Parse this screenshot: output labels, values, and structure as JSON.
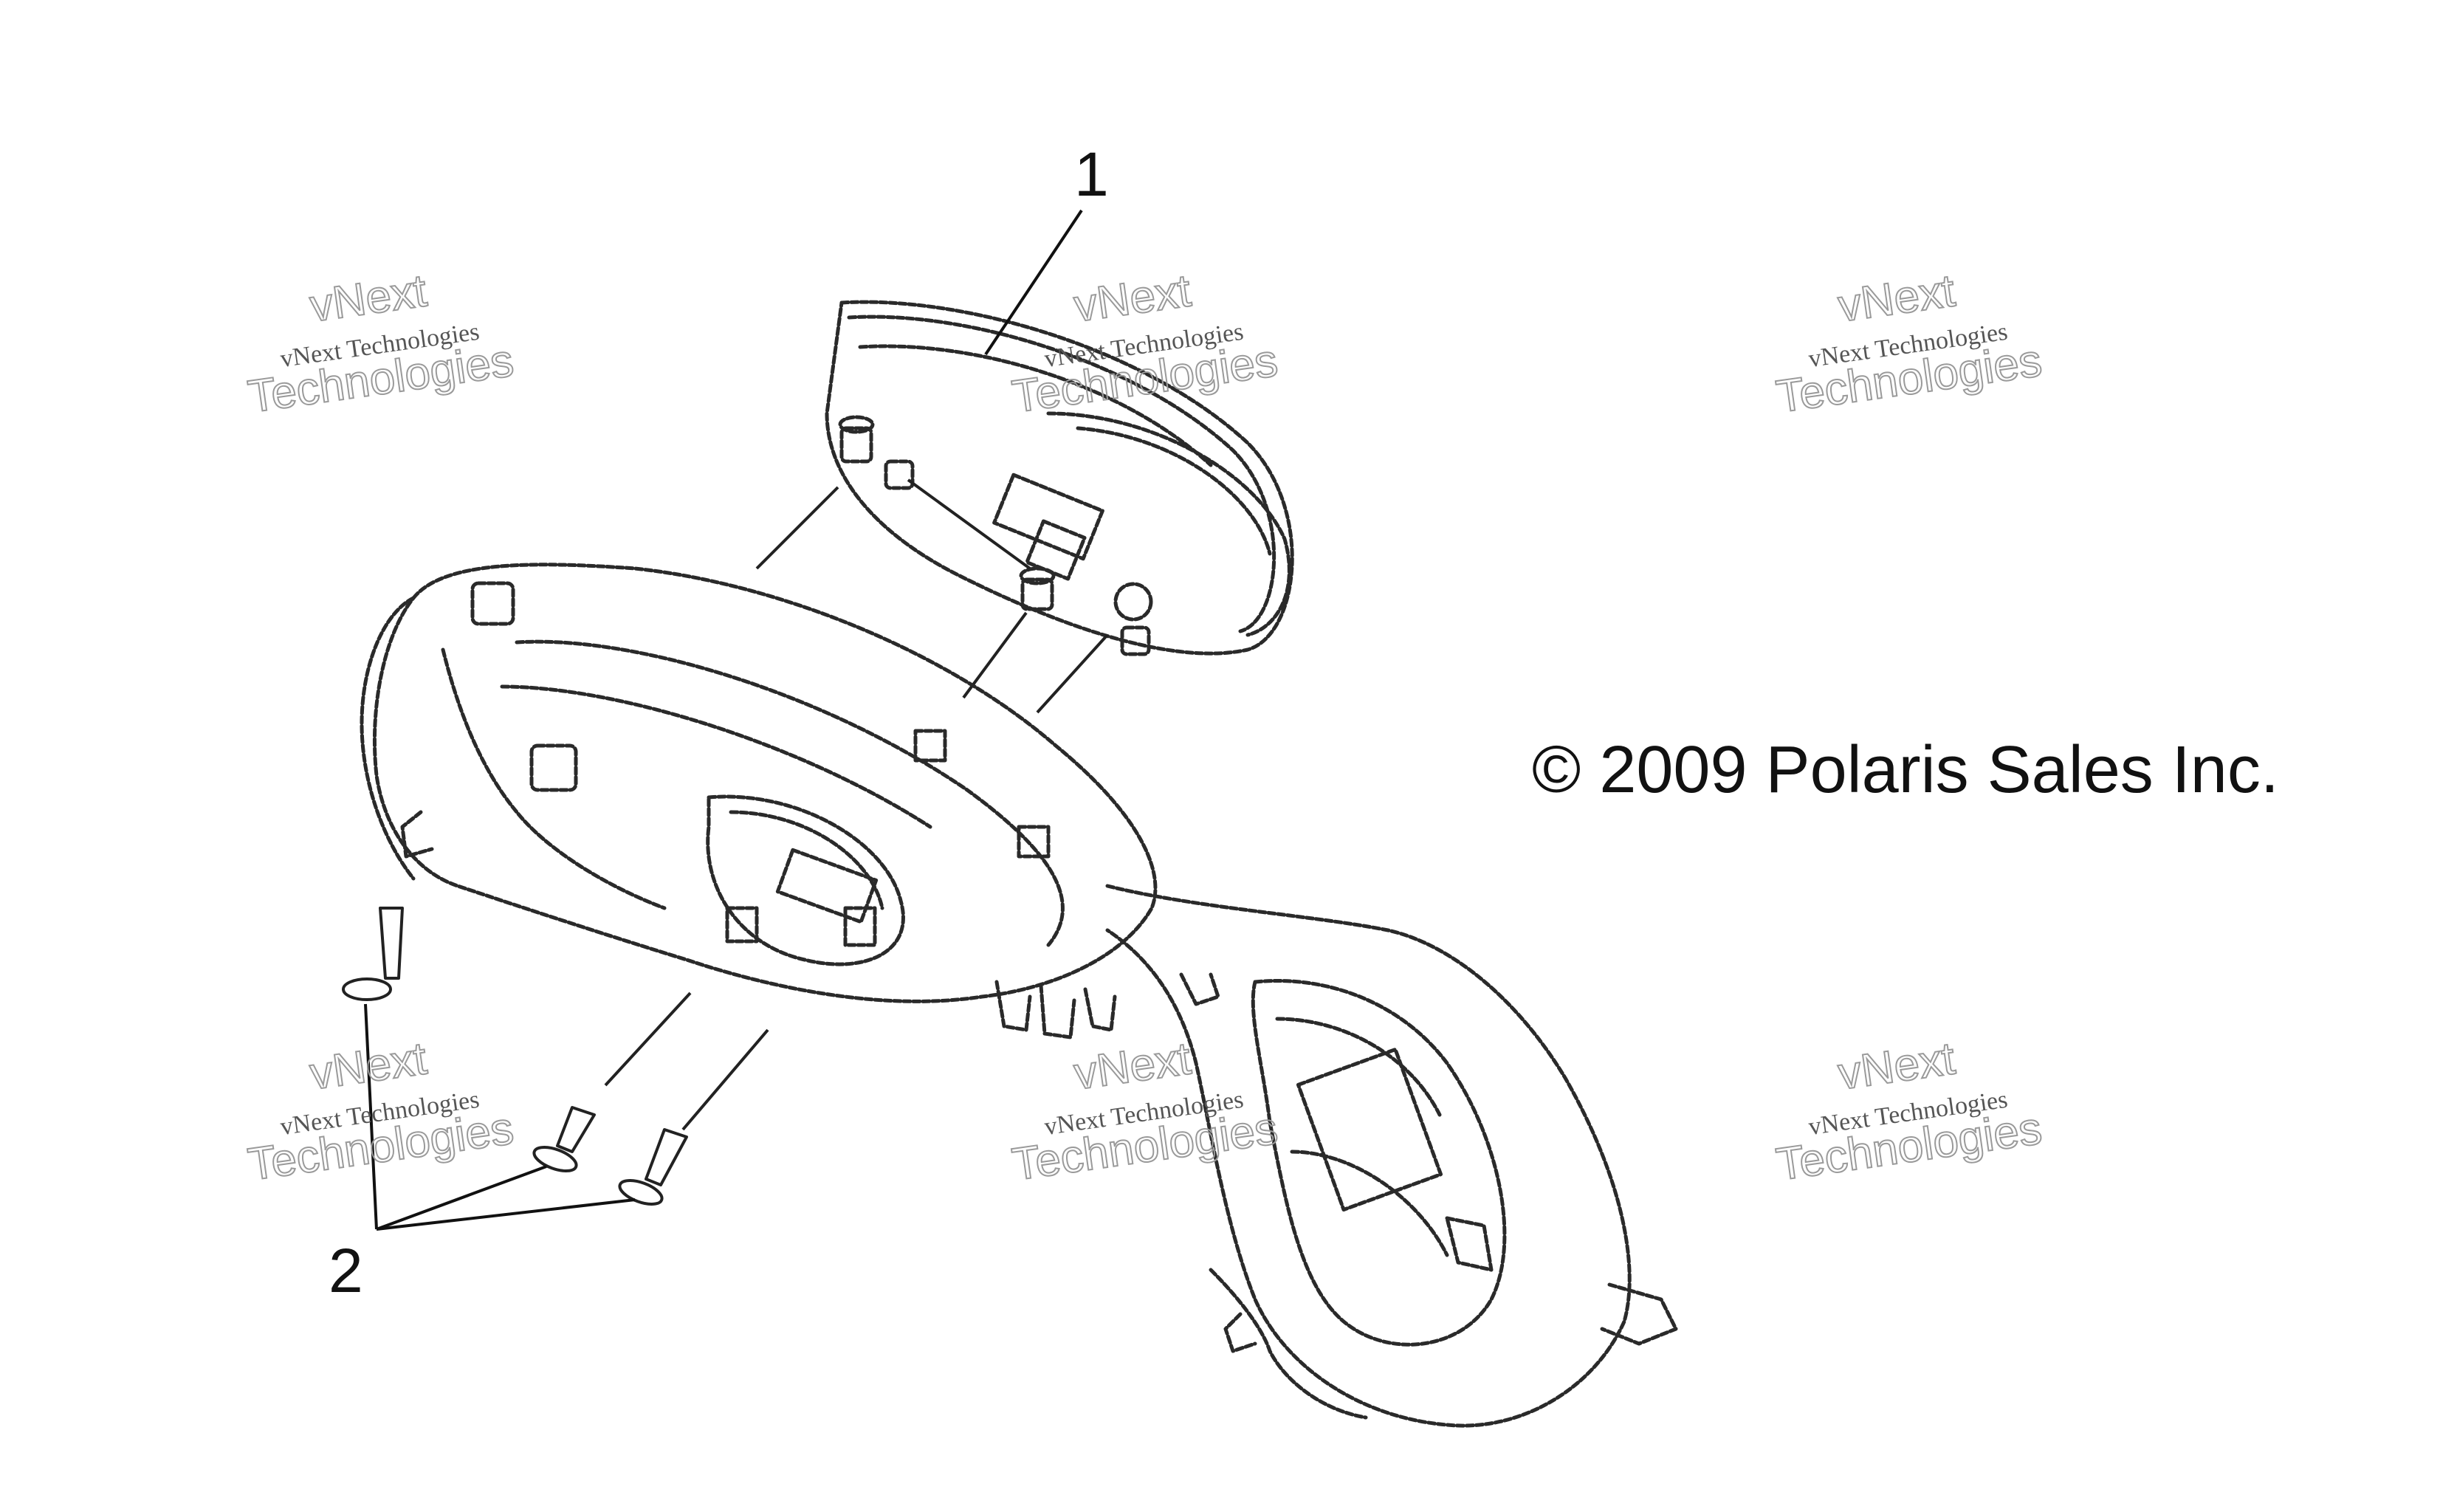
{
  "callouts": {
    "item1": "1",
    "item2": "2"
  },
  "copyright": "© 2009 Polaris Sales Inc.",
  "watermarks": [
    {
      "line1": "vNext",
      "line2": "vNext Technologies",
      "line3": "Technologies"
    },
    {
      "line1": "vNext",
      "line2": "vNext Technologies",
      "line3": "Technologies"
    },
    {
      "line1": "vNext",
      "line2": "vNext Technologies",
      "line3": "Technologies"
    },
    {
      "line1": "vNext",
      "line2": "vNext Technologies",
      "line3": "Technologies"
    },
    {
      "line1": "vNext",
      "line2": "vNext Technologies",
      "line3": "Technologies"
    },
    {
      "line1": "vNext",
      "line2": "vNext Technologies",
      "line3": "Technologies"
    }
  ]
}
